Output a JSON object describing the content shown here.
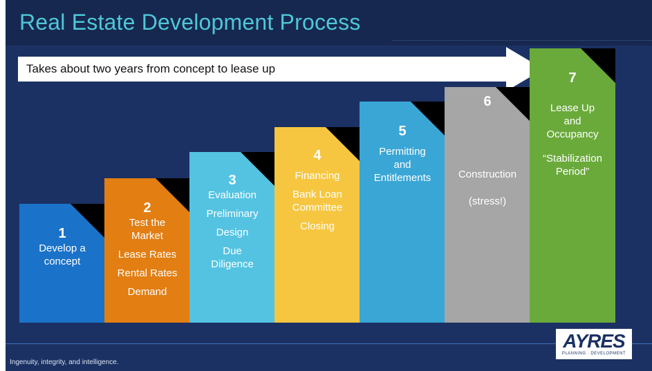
{
  "title": "Real Estate Development Process",
  "arrow_text": "Takes about two years from concept to lease up",
  "steps": [
    {
      "num": "1",
      "lines": [
        "Develop a",
        "concept"
      ],
      "color": "#1a72c9"
    },
    {
      "num": "2",
      "lines": [
        "Test the",
        "Market",
        "Lease Rates",
        "Rental Rates",
        "Demand"
      ],
      "color": "#e27e12"
    },
    {
      "num": "3",
      "lines": [
        "Evaluation",
        "Preliminary",
        "Design",
        "Due",
        "Diligence"
      ],
      "color": "#54c3e2"
    },
    {
      "num": "4",
      "lines": [
        "Financing",
        "Bank Loan",
        "Committee",
        "Closing"
      ],
      "color": "#f7c640"
    },
    {
      "num": "5",
      "lines": [
        "Permitting",
        "and",
        "Entitlements"
      ],
      "color": "#3aa6d6"
    },
    {
      "num": "6",
      "lines": [
        "Construction",
        "(stress!)"
      ],
      "color": "#a6a6a6"
    },
    {
      "num": "7",
      "lines": [
        "Lease Up",
        "and",
        "Occupancy",
        "“Stabilization",
        "Period”"
      ],
      "color": "#6aaa3b"
    }
  ],
  "tagline": "Ingenuity, integrity, and intelligence.",
  "logo": {
    "name": "AYRES",
    "subtitle": "PLANNING · DEVELOPMENT"
  }
}
